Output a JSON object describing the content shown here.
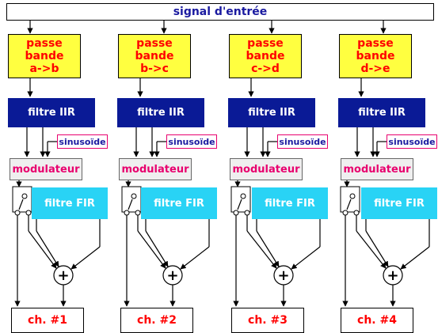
{
  "header": {
    "title": "signal  d'entrée"
  },
  "channels": [
    {
      "passe_bande": "passe  bande\na->b",
      "iir": "filtre   IIR",
      "sinus": "sinusoïde",
      "modulateur": "modulateur",
      "fir": "filtre   FIR",
      "output": "ch.  #1"
    },
    {
      "passe_bande": "passe  bande\nb->c",
      "iir": "filtre   IIR",
      "sinus": "sinusoïde",
      "modulateur": "modulateur",
      "fir": "filtre   FIR",
      "output": "ch.  #2"
    },
    {
      "passe_bande": "passe  bande\nc->d",
      "iir": "filtre   IIR",
      "sinus": "sinusoïde",
      "modulateur": "modulateur",
      "fir": "filtre   FIR",
      "output": "ch.  #3"
    },
    {
      "passe_bande": "passe  bande\nd->e",
      "iir": "filtre   IIR",
      "sinus": "sinusoïde",
      "modulateur": "modulateur",
      "fir": "filtre   FIR",
      "output": "ch.  #4"
    }
  ],
  "sum_symbol": "+",
  "colors": {
    "passe_bande_fill": "#ffff40",
    "iir_fill": "#0a1a96",
    "fir_fill": "#29d3f5",
    "modulateur_fill": "#efefef",
    "accent_pink": "#e8006e",
    "title_text": "#1a1aa0",
    "label_red": "#ff0000"
  }
}
